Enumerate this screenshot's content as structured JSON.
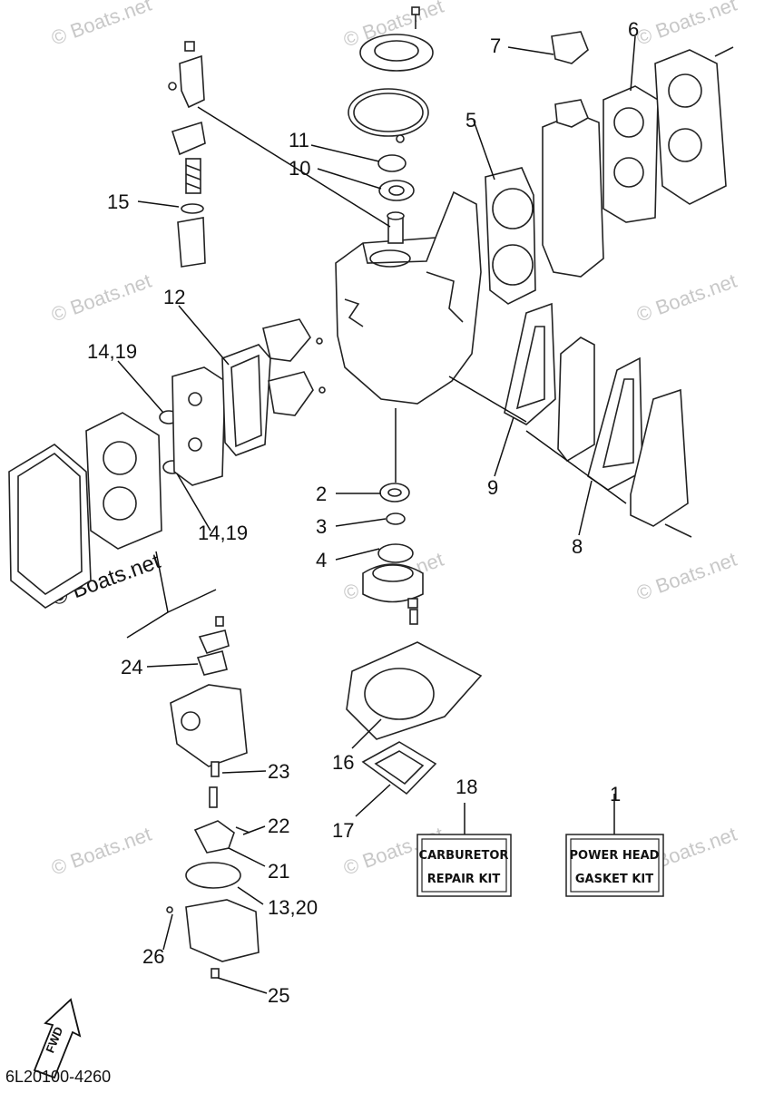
{
  "watermark": "© Boats.net",
  "diagram_code": "6L20100-4260",
  "fwd_label": "FWD",
  "kits": {
    "carburetor": {
      "line1": "CARBURETOR",
      "line2": "REPAIR KIT"
    },
    "powerhead": {
      "line1": "POWER HEAD",
      "line2": "GASKET KIT"
    }
  },
  "callouts": {
    "c1": "1",
    "c2": "2",
    "c3": "3",
    "c4": "4",
    "c5": "5",
    "c6": "6",
    "c7": "7",
    "c8": "8",
    "c9": "9",
    "c10": "10",
    "c11": "11",
    "c12": "12",
    "c14_19a": "14,19",
    "c14_19b": "14,19",
    "c15": "15",
    "c16": "16",
    "c17": "17",
    "c18": "18",
    "c21": "21",
    "c22": "22",
    "c23": "23",
    "c24": "24",
    "c25": "25",
    "c26": "26",
    "c13_20": "13,20"
  }
}
